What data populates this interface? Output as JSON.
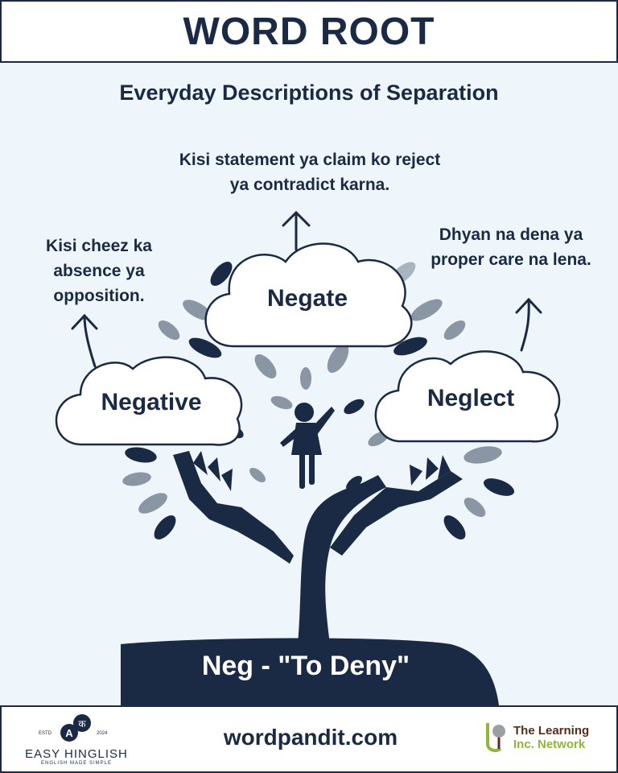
{
  "header": {
    "title": "WORD ROOT"
  },
  "subtitle": "Everyday Descriptions of Separation",
  "words": [
    {
      "word": "Negate",
      "description": "Kisi statement ya claim ko reject ya contradict karna."
    },
    {
      "word": "Negative",
      "description": "Kisi cheez ka absence ya opposition."
    },
    {
      "word": "Neglect",
      "description": "Dhyan na dena ya proper care na lena."
    }
  ],
  "root": {
    "label": "Neg - \"To Deny\""
  },
  "footer": {
    "website": "wordpandit.com",
    "left_logo": {
      "name": "EASY HINGLISH",
      "tagline": "ENGLISH MADE SIMPLE",
      "estd": "ESTD",
      "year": "2024",
      "glyph_a": "A",
      "glyph_b": "क"
    },
    "right_logo": {
      "line1": "The Learning",
      "line2": "Inc. Network"
    }
  },
  "colors": {
    "navy": "#1b2a44",
    "background": "#eef6fb",
    "leaf_gray": "#8a96a3"
  }
}
